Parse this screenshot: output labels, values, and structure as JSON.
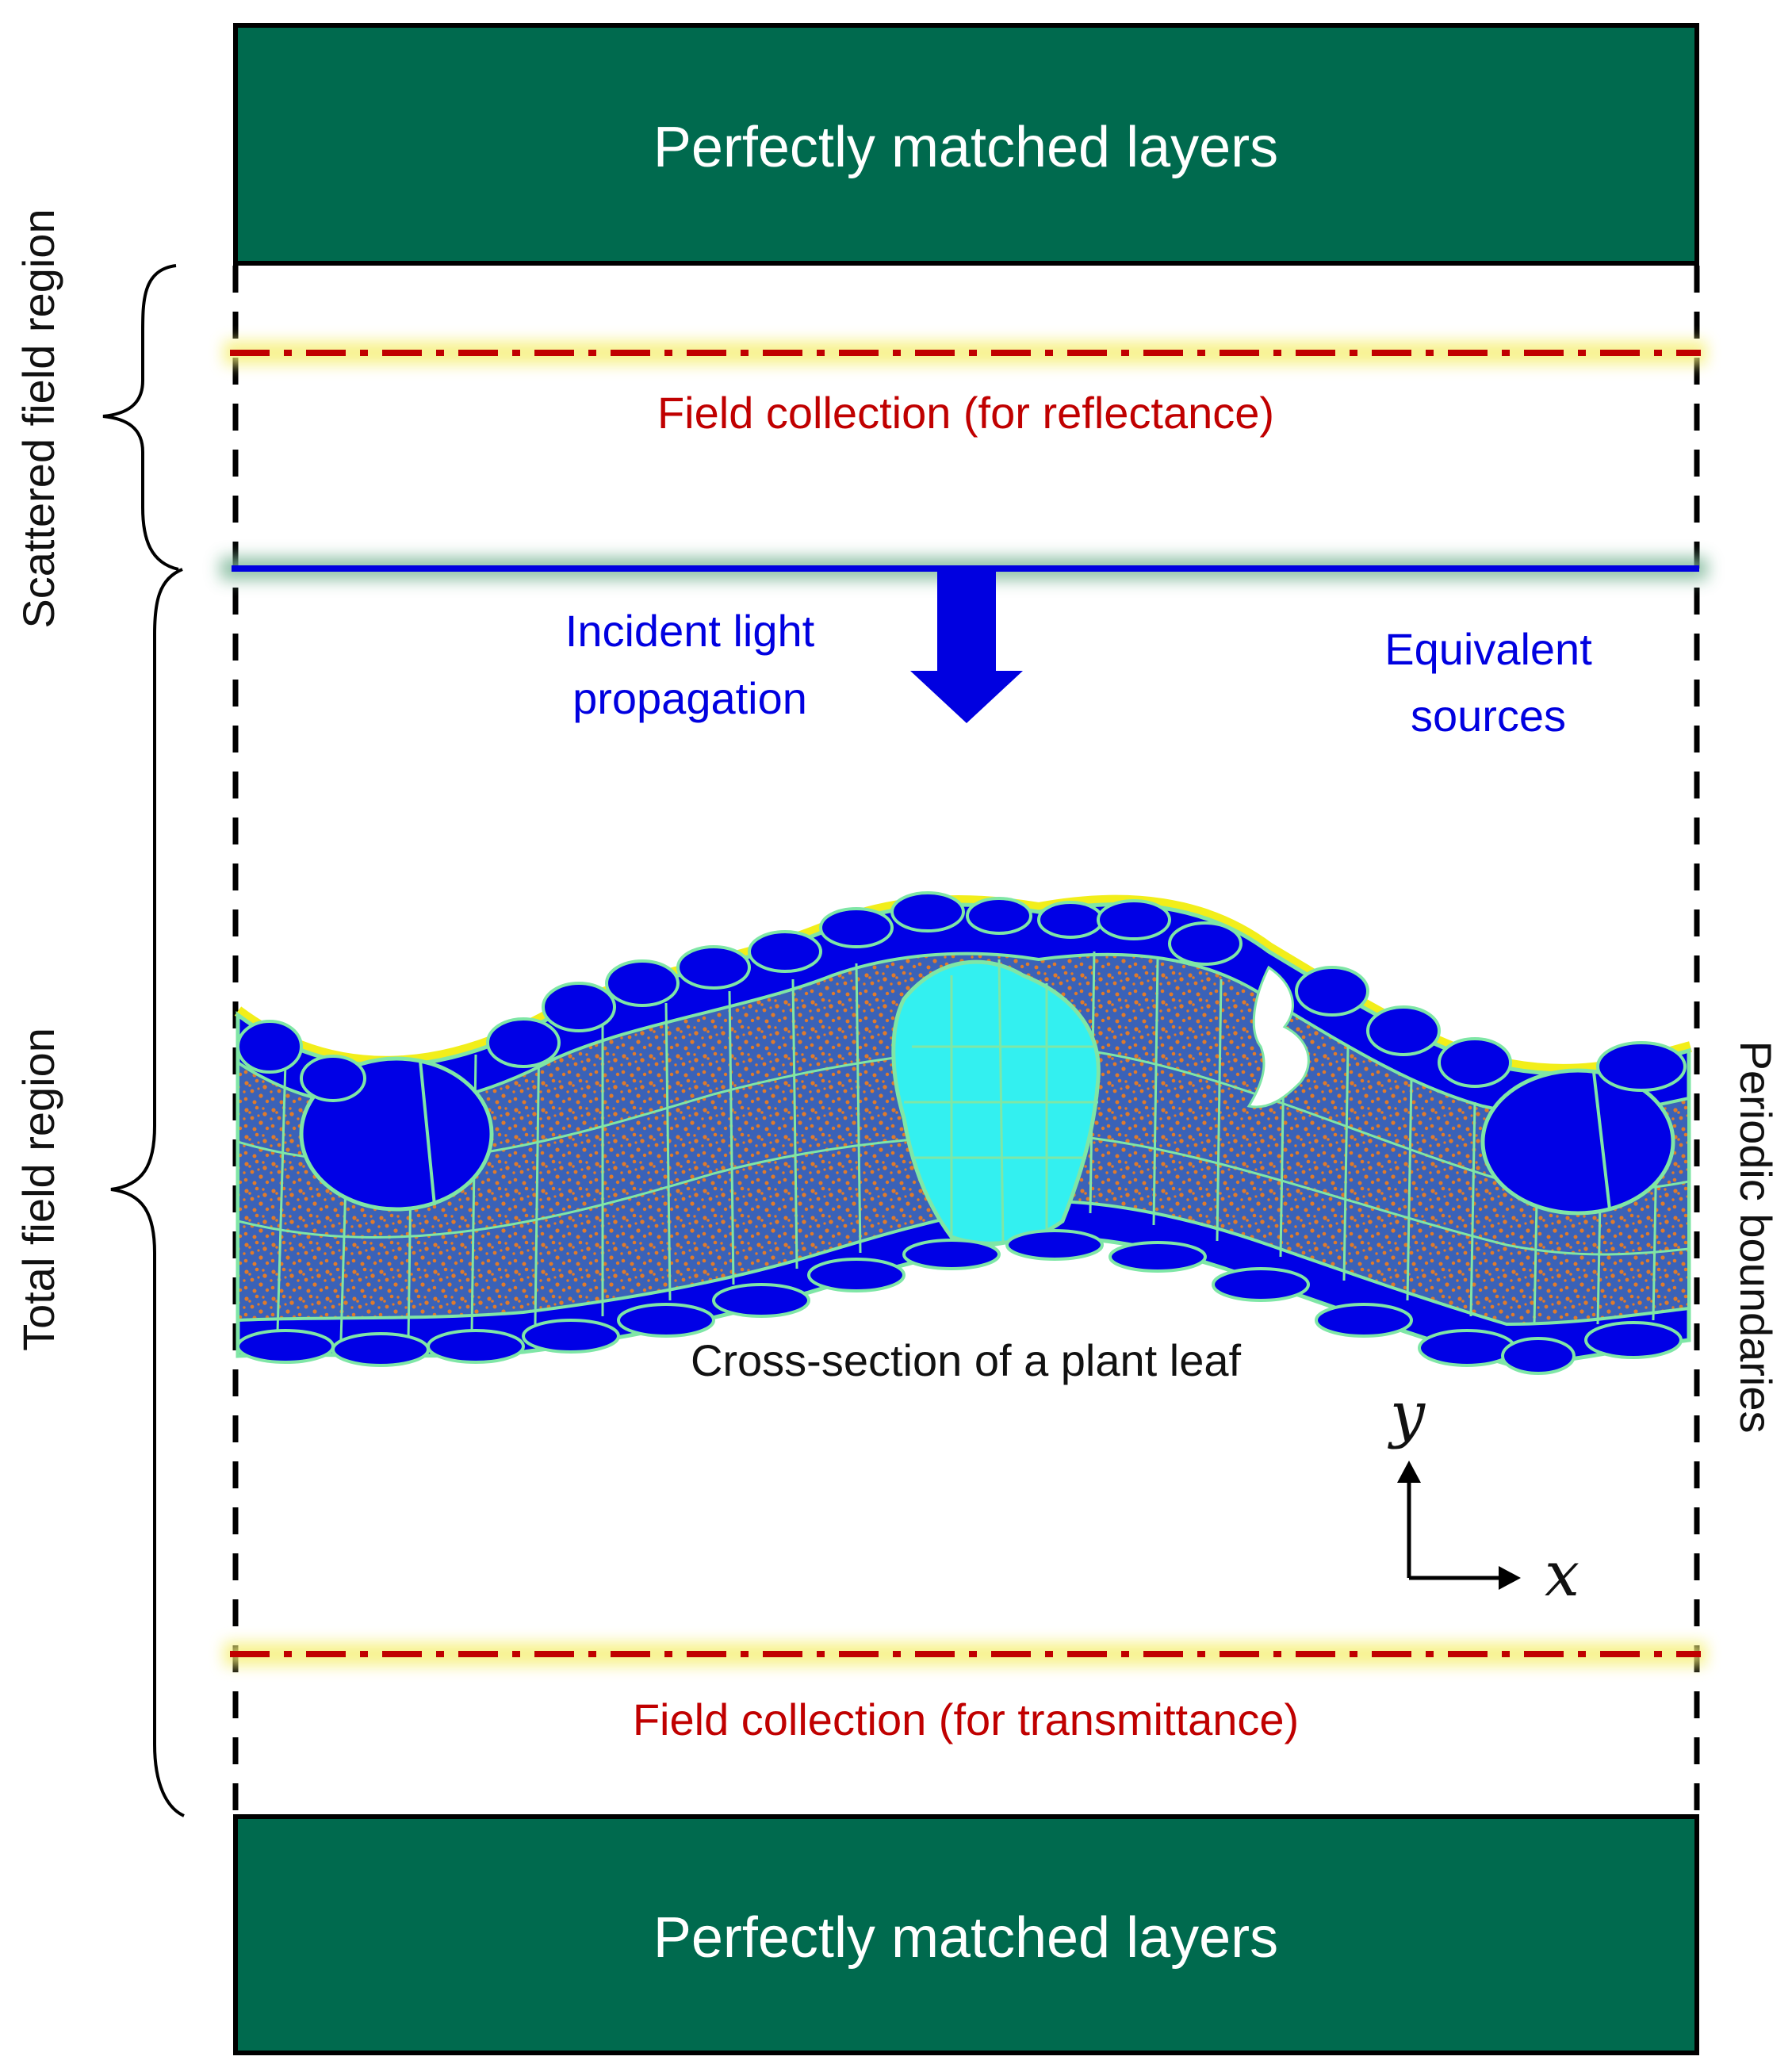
{
  "pml": {
    "top_label": "Perfectly matched layers",
    "bottom_label": "Perfectly matched layers",
    "color": "#006a4e"
  },
  "regions": {
    "scattered": "Scattered field region",
    "total": "Total field region"
  },
  "boundaries": {
    "periodic": "Periodic boundaries"
  },
  "collection": {
    "reflectance": "Field collection (for reflectance)",
    "transmittance": "Field collection (for transmittance)",
    "line_color": "#c00000"
  },
  "source": {
    "propagation_line1": "Incident light",
    "propagation_line2": "propagation",
    "equivalent_line1": "Equivalent",
    "equivalent_line2": "sources",
    "color": "#0000e0"
  },
  "leaf": {
    "caption": "Cross-section of a plant leaf",
    "colors": {
      "epidermis": "#0000e6",
      "mesophyll": "#3a62b8",
      "chloroplast": "#e07a2a",
      "vein": "#33f0f0",
      "cell_wall": "#7fe6a6",
      "cuticle": "#f2ee1a"
    }
  },
  "axes": {
    "x": "x",
    "y": "y"
  }
}
